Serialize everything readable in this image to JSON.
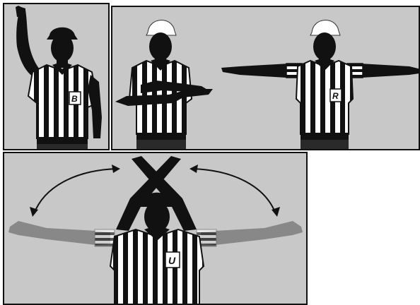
{
  "panels": [
    {
      "id": "back-judge-raised-arm",
      "badge": "B"
    },
    {
      "id": "arms-crossed-then-spread",
      "badge_right": "R"
    },
    {
      "id": "umpire-waving-arms",
      "badge": "U"
    }
  ]
}
